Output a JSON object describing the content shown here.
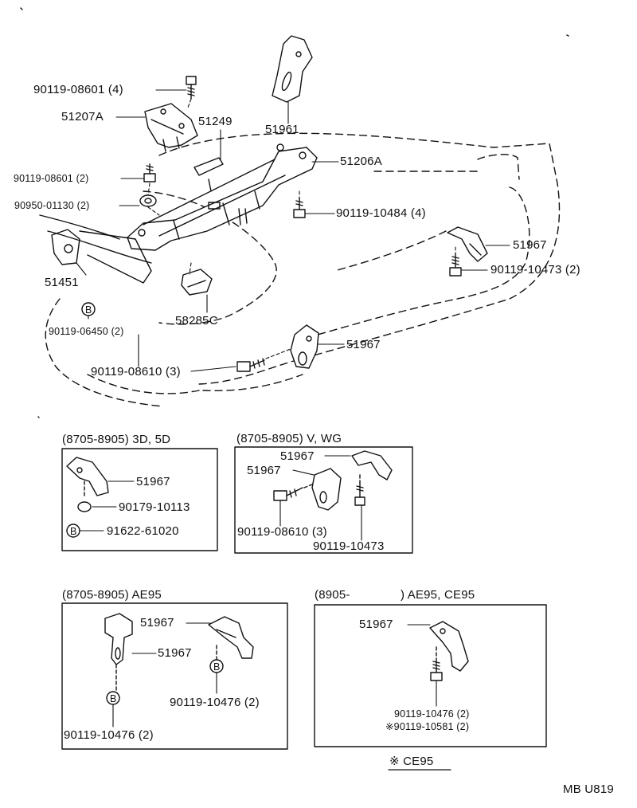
{
  "top_parts": [
    "90119-08601 (4)",
    "51207A",
    "51249",
    "51961",
    "51206A",
    "90119-08601 (2)",
    "90950-01130 (2)",
    "90119-10484 (4)",
    "51967",
    "90119-10473 (2)",
    "51451",
    "90119-06450 (2)",
    "58285C",
    "51967",
    "90119-08610 (3)"
  ],
  "marker_b": "B",
  "boxes": [
    {
      "header": "(8705-8905) 3D, 5D",
      "parts": [
        "51967",
        "90179-10113",
        "91622-61020"
      ]
    },
    {
      "header": "(8705-8905) V, WG",
      "parts": [
        "51967",
        "51967",
        "90119-08610 (3)",
        "90119-10473"
      ]
    },
    {
      "header": "(8705-8905) AE95",
      "parts": [
        "51967",
        "51967",
        "90119-10476 (2)",
        "90119-10476 (2)"
      ]
    },
    {
      "header": "(8905-",
      "header_tail": ") AE95, CE95",
      "parts": [
        "51967",
        "90119-10476 (2)",
        "※90119-10581 (2)"
      ]
    }
  ],
  "note": "※ CE95",
  "figure_code": "MB U819"
}
